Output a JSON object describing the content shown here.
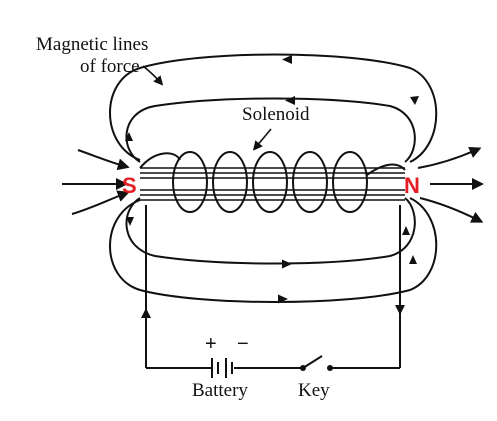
{
  "labels": {
    "magnetic_lines": [
      "Magnetic lines",
      "of force"
    ],
    "solenoid": "Solenoid",
    "pole_south": "S",
    "pole_north": "N",
    "plus": "+",
    "minus": "−",
    "battery": "Battery",
    "key": "Key"
  },
  "colors": {
    "pole": "#e31e24",
    "ink": "#111111"
  }
}
